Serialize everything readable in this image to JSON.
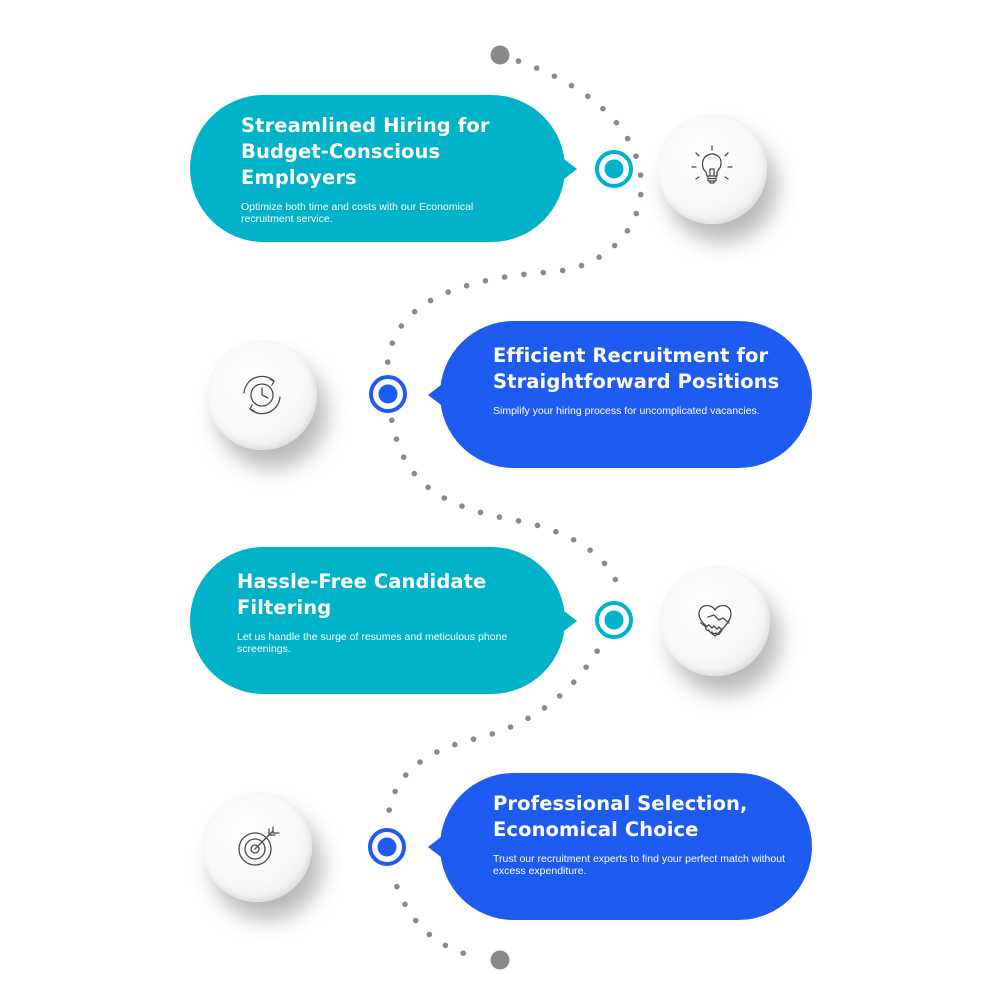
{
  "colors": {
    "teal": "#00b3c8",
    "blue": "#1e5bf0",
    "dots": "#8a8a8a",
    "icon": "#4a4a4a"
  },
  "steps": [
    {
      "title": "Streamlined Hiring for Budget-Conscious Employers",
      "description": "Optimize both time and costs with our Economical recruitment service.",
      "icon": "lightbulb-icon"
    },
    {
      "title": "Efficient Recruitment for Straightforward Positions",
      "description": "Simplify your hiring process for uncomplicated vacancies.",
      "icon": "clock-refresh-icon"
    },
    {
      "title": "Hassle-Free Candidate Filtering",
      "description": "Let us handle the surge of resumes and meticulous phone screenings.",
      "icon": "handshake-heart-icon"
    },
    {
      "title": "Professional Selection, Economical Choice",
      "description": "Trust our recruitment experts to find your perfect match without excess expenditure.",
      "icon": "target-arrow-icon"
    }
  ]
}
